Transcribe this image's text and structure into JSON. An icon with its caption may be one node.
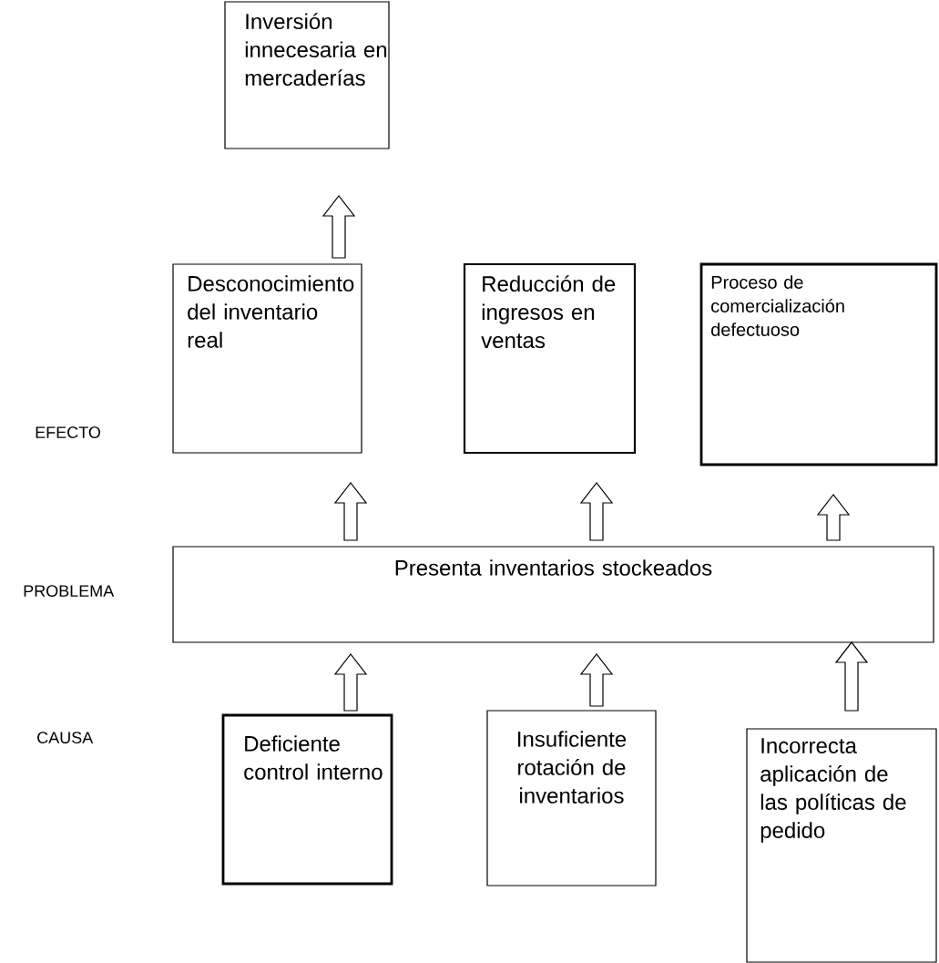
{
  "diagram": {
    "nodes": [
      {
        "text": [
          "Inversión innecesaria en mercaderías"
        ]
      },
      {
        "text": [
          "Desconocimiento del inventario real"
        ]
      },
      {
        "text": [
          "Reducción de ingresos en ventas"
        ]
      },
      {
        "text": [
          "Proceso de comercialización defectuoso"
        ]
      },
      {
        "text": [
          "Presenta inventarios stockeados"
        ]
      },
      {
        "text": [
          "Deficiente control interno"
        ]
      },
      {
        "text": [
          "Insuficiente rotación de inventarios"
        ]
      },
      {
        "text": [
          "Incorrecta aplicación de las políticas de pedido"
        ]
      }
    ],
    "edges": [
      {
        "from": 1,
        "to": 0,
        "arrow": "to"
      },
      {
        "from": 4,
        "to": 1,
        "arrow": "to"
      },
      {
        "from": 4,
        "to": 2,
        "arrow": "to"
      },
      {
        "from": 4,
        "to": 3,
        "arrow": "to"
      },
      {
        "from": 5,
        "to": 4,
        "arrow": "to"
      },
      {
        "from": 6,
        "to": 4,
        "arrow": "to"
      },
      {
        "from": 7,
        "to": 4,
        "arrow": "to"
      }
    ],
    "labels": [
      "EFECTO",
      "PROBLEMA",
      "CAUSA"
    ]
  }
}
